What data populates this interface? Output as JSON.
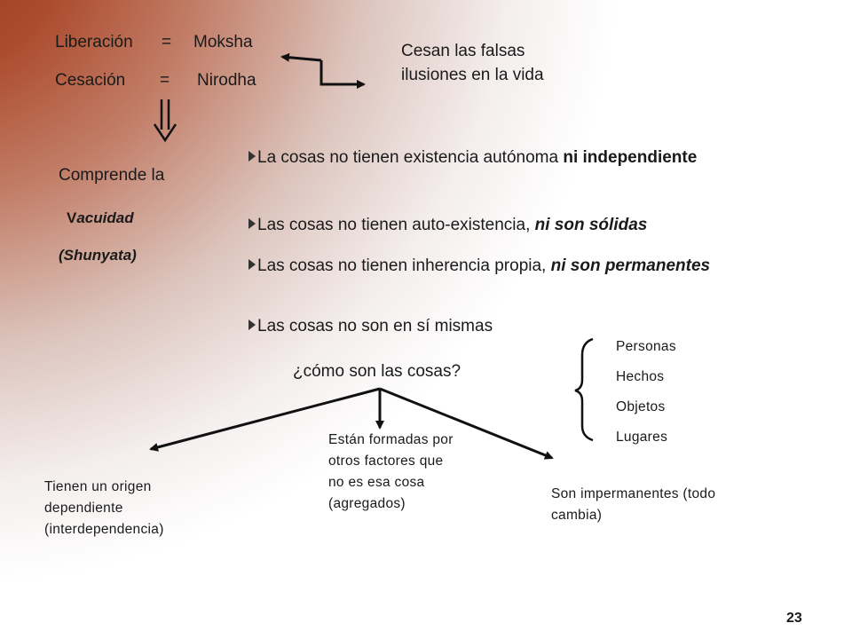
{
  "top": {
    "liberacion": "Liberación",
    "eq1": "=",
    "moksha": "Moksha",
    "cesacion": "Cesación",
    "eq2": "=",
    "nirodha": "Nirodha",
    "cesan": "Cesan las falsas ilusiones en la vida"
  },
  "left": {
    "comprende": "Comprende la",
    "vacuidad_v": "V",
    "vacuidad_rest": "acuidad",
    "shunyata": "(Shunyata)"
  },
  "bullets": [
    {
      "plain": "La cosas no tienen existencia autónoma ",
      "emph": "ni independiente",
      "style": "bold"
    },
    {
      "plain": "Las cosas no tienen auto-existencia, ",
      "emph": "ni son sólidas",
      "style": "bold-italic"
    },
    {
      "plain": "Las cosas no tienen inherencia propia, ",
      "emph": "ni son permanentes",
      "style": "bold-italic"
    },
    {
      "plain": "Las cosas no son en sí mismas",
      "emph": "",
      "style": ""
    }
  ],
  "question": "¿cómo son las cosas?",
  "examples": [
    "Personas",
    "Hechos",
    "Objetos",
    "Lugares"
  ],
  "branches": {
    "left": "Tienen un origen dependiente (interdependencia)",
    "middle": "Están formadas por otros factores que no es esa cosa (agregados)",
    "right": "Son impermanentes (todo cambia)"
  },
  "page_number": "23"
}
